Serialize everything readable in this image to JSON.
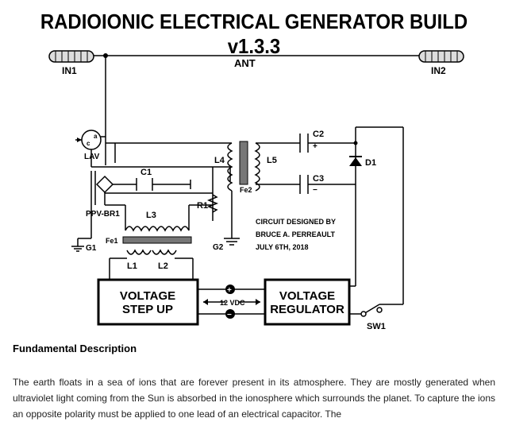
{
  "title": "RADIOIONIC ELECTRICAL GENERATOR BUILD v1.3.3",
  "labels": {
    "ant": "ANT",
    "in1": "IN1",
    "in2": "IN2",
    "meter_a": "a",
    "meter_c": "c",
    "lav": "LAV",
    "c1": "C1",
    "r1": "R1",
    "ppv": "PPV-BR1",
    "g1": "G1",
    "g2": "G2",
    "l3": "L3",
    "fe1": "Fe1",
    "l1": "L1",
    "l2": "L2",
    "l4": "L4",
    "l5": "L5",
    "fe2": "Fe2",
    "c2": "C2",
    "c3": "C3",
    "d1": "D1",
    "sw1": "SW1",
    "plus": "+",
    "minus": "−",
    "vdc": "12 VDC",
    "step_up_1": "VOLTAGE",
    "step_up_2": "STEP UP",
    "regulator_1": "VOLTAGE",
    "regulator_2": "REGULATOR",
    "credit_1": "CIRCUIT DESIGNED BY",
    "credit_2": "BRUCE A. PERREAULT",
    "credit_3": "JULY 6TH, 2018"
  },
  "section": {
    "heading": "Fundamental Description",
    "paragraph": "The earth floats in a sea of ions that are forever present in its atmosphere. They are mostly generated when ultraviolet light coming from the Sun is absorbed in the ionosphere which surrounds the planet. To capture the ions an opposite polarity must be applied to one lead of an electrical capacitor. The"
  }
}
